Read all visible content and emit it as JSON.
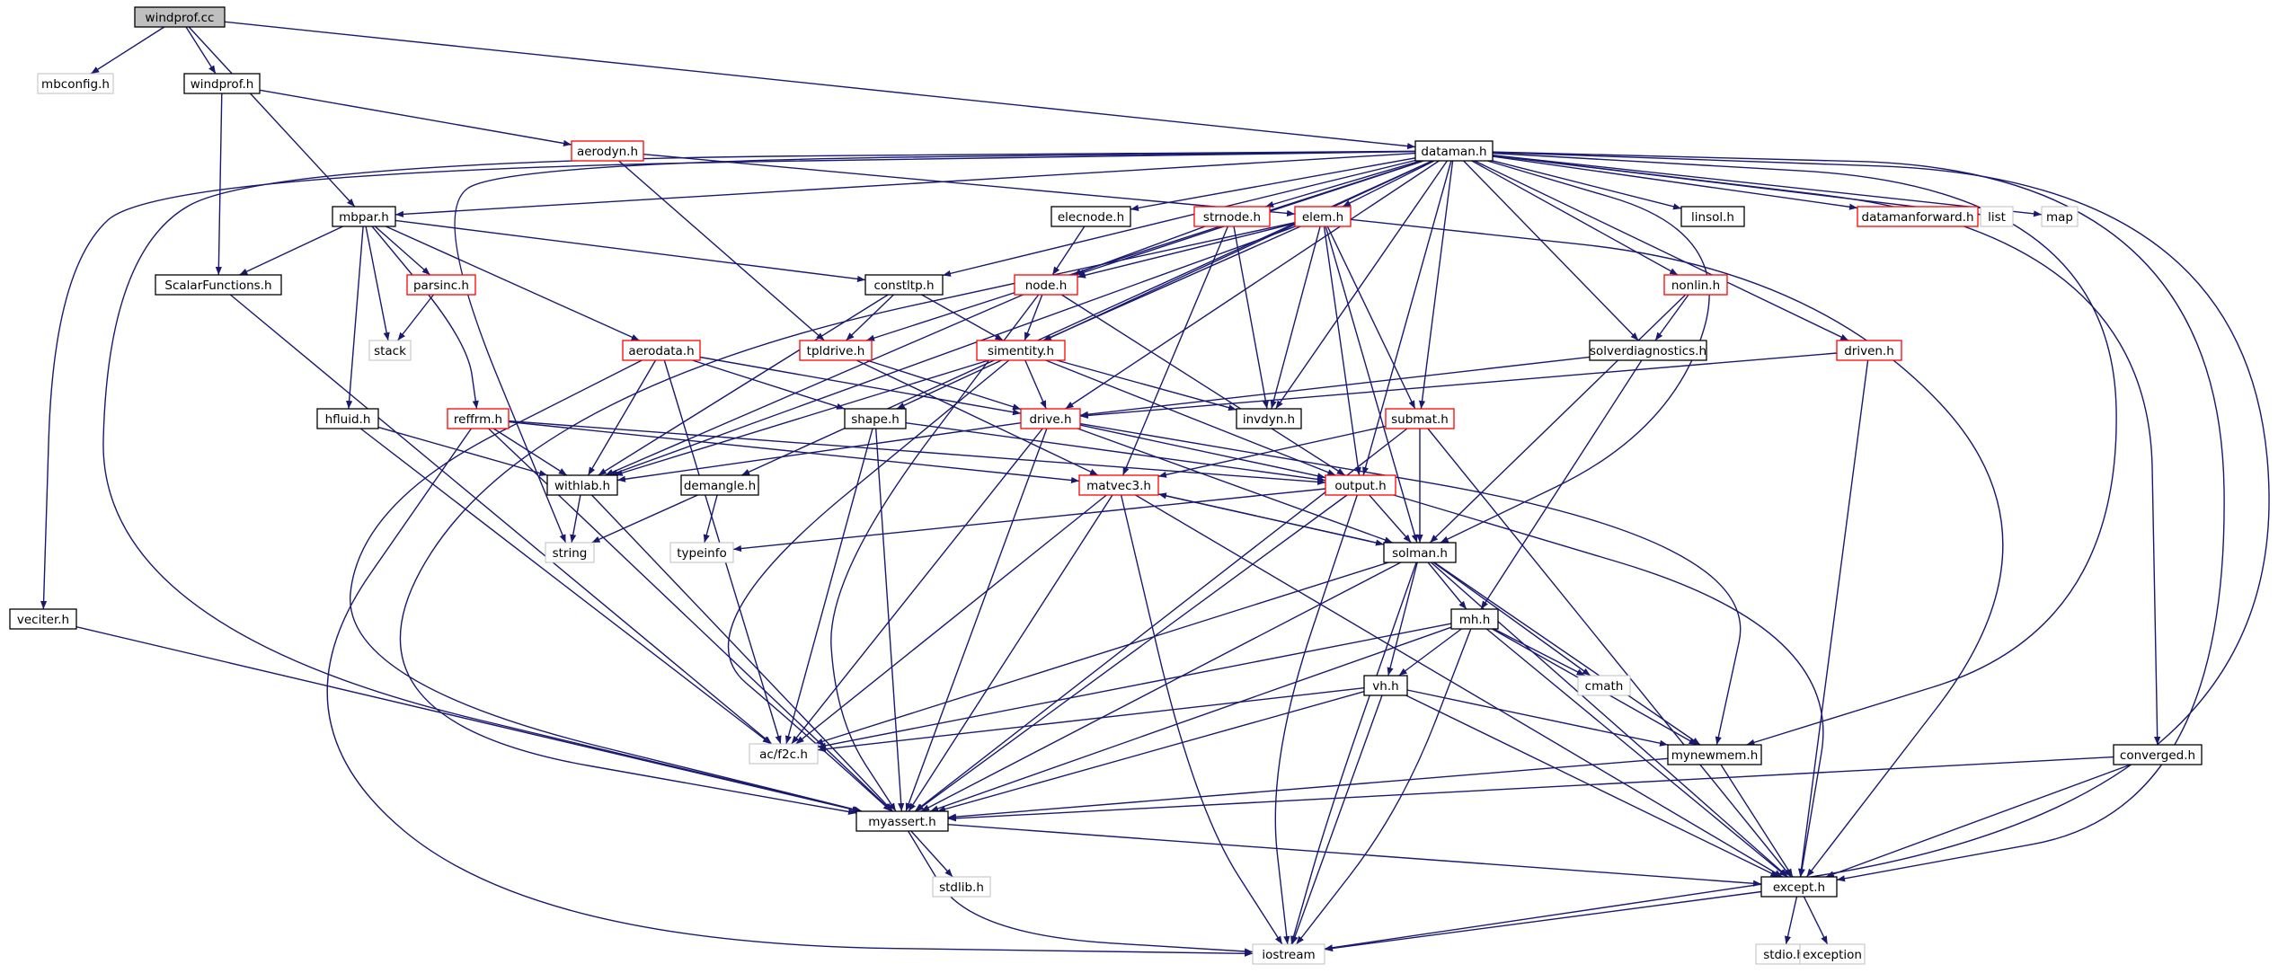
{
  "diagram": {
    "kind": "include-dependency-graph",
    "colors": {
      "edge": "#191970",
      "box_default": "#000000",
      "box_truncated": "#ff0000",
      "box_system": "#bfbfbf",
      "root_fill": "#bfbfbf",
      "text_system": "#666666"
    },
    "nodes": [
      {
        "id": "windprof_cc",
        "label": "windprof.cc",
        "style": "root"
      },
      {
        "id": "mbconfig_h",
        "label": "mbconfig.h",
        "style": "system"
      },
      {
        "id": "windprof_h",
        "label": "windprof.h",
        "style": "normal"
      },
      {
        "id": "aerodyn_h",
        "label": "aerodyn.h",
        "style": "truncated"
      },
      {
        "id": "dataman_h",
        "label": "dataman.h",
        "style": "normal"
      },
      {
        "id": "mbpar_h",
        "label": "mbpar.h",
        "style": "normal"
      },
      {
        "id": "elecnode_h",
        "label": "elecnode.h",
        "style": "normal"
      },
      {
        "id": "strnode_h",
        "label": "strnode.h",
        "style": "truncated"
      },
      {
        "id": "elem_h",
        "label": "elem.h",
        "style": "truncated"
      },
      {
        "id": "linsol_h",
        "label": "linsol.h",
        "style": "normal"
      },
      {
        "id": "datamanforward_h",
        "label": "datamanforward.h",
        "style": "truncated"
      },
      {
        "id": "list",
        "label": "list",
        "style": "system"
      },
      {
        "id": "map",
        "label": "map",
        "style": "system"
      },
      {
        "id": "scalarfunctions_h",
        "label": "ScalarFunctions.h",
        "style": "normal"
      },
      {
        "id": "parsinc_h",
        "label": "parsinc.h",
        "style": "truncated"
      },
      {
        "id": "constltp_h",
        "label": "constltp.h",
        "style": "normal"
      },
      {
        "id": "node_h",
        "label": "node.h",
        "style": "truncated"
      },
      {
        "id": "nonlin_h",
        "label": "nonlin.h",
        "style": "truncated"
      },
      {
        "id": "stack",
        "label": "stack",
        "style": "system"
      },
      {
        "id": "aerodata_h",
        "label": "aerodata.h",
        "style": "truncated"
      },
      {
        "id": "tpldrive_h",
        "label": "tpldrive.h",
        "style": "truncated"
      },
      {
        "id": "simentity_h",
        "label": "simentity.h",
        "style": "truncated"
      },
      {
        "id": "solverdiagnostics_h",
        "label": "solverdiagnostics.h",
        "style": "normal"
      },
      {
        "id": "driven_h",
        "label": "driven.h",
        "style": "truncated"
      },
      {
        "id": "hfluid_h",
        "label": "hfluid.h",
        "style": "normal"
      },
      {
        "id": "reffrm_h",
        "label": "reffrm.h",
        "style": "truncated"
      },
      {
        "id": "shape_h",
        "label": "shape.h",
        "style": "normal"
      },
      {
        "id": "drive_h",
        "label": "drive.h",
        "style": "truncated"
      },
      {
        "id": "invdyn_h",
        "label": "invdyn.h",
        "style": "normal"
      },
      {
        "id": "submat_h",
        "label": "submat.h",
        "style": "truncated"
      },
      {
        "id": "withlab_h",
        "label": "withlab.h",
        "style": "normal"
      },
      {
        "id": "demangle_h",
        "label": "demangle.h",
        "style": "normal"
      },
      {
        "id": "matvec3_h",
        "label": "matvec3.h",
        "style": "truncated"
      },
      {
        "id": "output_h",
        "label": "output.h",
        "style": "truncated"
      },
      {
        "id": "string",
        "label": "string",
        "style": "system"
      },
      {
        "id": "typeinfo",
        "label": "typeinfo",
        "style": "system"
      },
      {
        "id": "solman_h",
        "label": "solman.h",
        "style": "normal"
      },
      {
        "id": "veciter_h",
        "label": "veciter.h",
        "style": "normal"
      },
      {
        "id": "mh_h",
        "label": "mh.h",
        "style": "normal"
      },
      {
        "id": "cmath",
        "label": "cmath",
        "style": "system"
      },
      {
        "id": "vh_h",
        "label": "vh.h",
        "style": "normal"
      },
      {
        "id": "ac_f2c_h",
        "label": "ac/f2c.h",
        "style": "system"
      },
      {
        "id": "mynewmem_h",
        "label": "mynewmem.h",
        "style": "normal"
      },
      {
        "id": "converged_h",
        "label": "converged.h",
        "style": "normal"
      },
      {
        "id": "myassert_h",
        "label": "myassert.h",
        "style": "normal"
      },
      {
        "id": "stdlib_h",
        "label": "stdlib.h",
        "style": "system"
      },
      {
        "id": "except_h",
        "label": "except.h",
        "style": "normal"
      },
      {
        "id": "iostream",
        "label": "iostream",
        "style": "system"
      },
      {
        "id": "stdio_h",
        "label": "stdio.h",
        "style": "system"
      },
      {
        "id": "exception",
        "label": "exception",
        "style": "system"
      }
    ],
    "edges": [
      [
        "windprof_cc",
        "mbconfig_h"
      ],
      [
        "windprof_cc",
        "windprof_h"
      ],
      [
        "windprof_cc",
        "mbpar_h"
      ],
      [
        "windprof_cc",
        "dataman_h"
      ],
      [
        "windprof_h",
        "aerodyn_h"
      ],
      [
        "windprof_h",
        "scalarfunctions_h"
      ],
      [
        "aerodyn_h",
        "elem_h"
      ],
      [
        "aerodyn_h",
        "tpldrive_h"
      ],
      [
        "dataman_h",
        "mbpar_h"
      ],
      [
        "dataman_h",
        "elecnode_h"
      ],
      [
        "dataman_h",
        "strnode_h"
      ],
      [
        "dataman_h",
        "elem_h"
      ],
      [
        "dataman_h",
        "linsol_h"
      ],
      [
        "dataman_h",
        "datamanforward_h"
      ],
      [
        "dataman_h",
        "list"
      ],
      [
        "dataman_h",
        "map"
      ],
      [
        "dataman_h",
        "node_h"
      ],
      [
        "dataman_h",
        "constltp_h"
      ],
      [
        "dataman_h",
        "tpldrive_h"
      ],
      [
        "dataman_h",
        "nonlin_h"
      ],
      [
        "dataman_h",
        "solverdiagnostics_h"
      ],
      [
        "dataman_h",
        "driven_h"
      ],
      [
        "dataman_h",
        "shape_h"
      ],
      [
        "dataman_h",
        "drive_h"
      ],
      [
        "dataman_h",
        "invdyn_h"
      ],
      [
        "dataman_h",
        "submat_h"
      ],
      [
        "dataman_h",
        "demangle_h"
      ],
      [
        "dataman_h",
        "output_h"
      ],
      [
        "dataman_h",
        "string"
      ],
      [
        "dataman_h",
        "solman_h"
      ],
      [
        "dataman_h",
        "veciter_h"
      ],
      [
        "dataman_h",
        "mynewmem_h"
      ],
      [
        "dataman_h",
        "converged_h"
      ],
      [
        "dataman_h",
        "myassert_h"
      ],
      [
        "dataman_h",
        "except_h"
      ],
      [
        "dataman_h",
        "iostream"
      ],
      [
        "mbpar_h",
        "scalarfunctions_h"
      ],
      [
        "mbpar_h",
        "parsinc_h"
      ],
      [
        "mbpar_h",
        "constltp_h"
      ],
      [
        "mbpar_h",
        "stack"
      ],
      [
        "mbpar_h",
        "aerodata_h"
      ],
      [
        "mbpar_h",
        "hfluid_h"
      ],
      [
        "mbpar_h",
        "reffrm_h"
      ],
      [
        "elecnode_h",
        "node_h"
      ],
      [
        "strnode_h",
        "node_h"
      ],
      [
        "strnode_h",
        "matvec3_h"
      ],
      [
        "strnode_h",
        "invdyn_h"
      ],
      [
        "elem_h",
        "node_h"
      ],
      [
        "elem_h",
        "simentity_h"
      ],
      [
        "elem_h",
        "invdyn_h"
      ],
      [
        "elem_h",
        "submat_h"
      ],
      [
        "elem_h",
        "output_h"
      ],
      [
        "elem_h",
        "solman_h"
      ],
      [
        "elem_h",
        "except_h"
      ],
      [
        "elem_h",
        "withlab_h"
      ],
      [
        "elem_h",
        "myassert_h"
      ],
      [
        "scalarfunctions_h",
        "ac_f2c_h"
      ],
      [
        "parsinc_h",
        "stack"
      ],
      [
        "constltp_h",
        "tpldrive_h"
      ],
      [
        "constltp_h",
        "simentity_h"
      ],
      [
        "constltp_h",
        "withlab_h"
      ],
      [
        "node_h",
        "simentity_h"
      ],
      [
        "node_h",
        "output_h"
      ],
      [
        "node_h",
        "withlab_h"
      ],
      [
        "node_h",
        "myassert_h"
      ],
      [
        "nonlin_h",
        "solverdiagnostics_h"
      ],
      [
        "nonlin_h",
        "solman_h"
      ],
      [
        "aerodata_h",
        "shape_h"
      ],
      [
        "aerodata_h",
        "drive_h"
      ],
      [
        "aerodata_h",
        "withlab_h"
      ],
      [
        "aerodata_h",
        "ac_f2c_h"
      ],
      [
        "aerodata_h",
        "myassert_h"
      ],
      [
        "tpldrive_h",
        "drive_h"
      ],
      [
        "tpldrive_h",
        "matvec3_h"
      ],
      [
        "simentity_h",
        "drive_h"
      ],
      [
        "simentity_h",
        "invdyn_h"
      ],
      [
        "simentity_h",
        "output_h"
      ],
      [
        "simentity_h",
        "withlab_h"
      ],
      [
        "simentity_h",
        "myassert_h"
      ],
      [
        "solverdiagnostics_h",
        "drive_h"
      ],
      [
        "solverdiagnostics_h",
        "mh_h"
      ],
      [
        "driven_h",
        "drive_h"
      ],
      [
        "driven_h",
        "except_h"
      ],
      [
        "hfluid_h",
        "withlab_h"
      ],
      [
        "hfluid_h",
        "ac_f2c_h"
      ],
      [
        "reffrm_h",
        "withlab_h"
      ],
      [
        "reffrm_h",
        "matvec3_h"
      ],
      [
        "reffrm_h",
        "output_h"
      ],
      [
        "reffrm_h",
        "myassert_h"
      ],
      [
        "reffrm_h",
        "iostream"
      ],
      [
        "shape_h",
        "output_h"
      ],
      [
        "shape_h",
        "ac_f2c_h"
      ],
      [
        "shape_h",
        "myassert_h"
      ],
      [
        "drive_h",
        "withlab_h"
      ],
      [
        "drive_h",
        "output_h"
      ],
      [
        "drive_h",
        "solman_h"
      ],
      [
        "drive_h",
        "mynewmem_h"
      ],
      [
        "drive_h",
        "ac_f2c_h"
      ],
      [
        "drive_h",
        "myassert_h"
      ],
      [
        "submat_h",
        "matvec3_h"
      ],
      [
        "submat_h",
        "solman_h"
      ],
      [
        "submat_h",
        "myassert_h"
      ],
      [
        "submat_h",
        "except_h"
      ],
      [
        "withlab_h",
        "string"
      ],
      [
        "withlab_h",
        "myassert_h"
      ],
      [
        "demangle_h",
        "string"
      ],
      [
        "demangle_h",
        "typeinfo"
      ],
      [
        "matvec3_h",
        "solman_h"
      ],
      [
        "matvec3_h",
        "ac_f2c_h"
      ],
      [
        "matvec3_h",
        "myassert_h"
      ],
      [
        "matvec3_h",
        "except_h"
      ],
      [
        "matvec3_h",
        "iostream"
      ],
      [
        "output_h",
        "typeinfo"
      ],
      [
        "output_h",
        "solman_h"
      ],
      [
        "output_h",
        "myassert_h"
      ],
      [
        "output_h",
        "except_h"
      ],
      [
        "output_h",
        "iostream"
      ],
      [
        "solman_h",
        "matvec3_h"
      ],
      [
        "solman_h",
        "mh_h"
      ],
      [
        "solman_h",
        "vh_h"
      ],
      [
        "solman_h",
        "cmath"
      ],
      [
        "solman_h",
        "mynewmem_h"
      ],
      [
        "solman_h",
        "ac_f2c_h"
      ],
      [
        "solman_h",
        "myassert_h"
      ],
      [
        "solman_h",
        "except_h"
      ],
      [
        "solman_h",
        "iostream"
      ],
      [
        "veciter_h",
        "myassert_h"
      ],
      [
        "mh_h",
        "vh_h"
      ],
      [
        "mh_h",
        "cmath"
      ],
      [
        "mh_h",
        "mynewmem_h"
      ],
      [
        "mh_h",
        "ac_f2c_h"
      ],
      [
        "mh_h",
        "myassert_h"
      ],
      [
        "mh_h",
        "except_h"
      ],
      [
        "mh_h",
        "iostream"
      ],
      [
        "vh_h",
        "mynewmem_h"
      ],
      [
        "vh_h",
        "ac_f2c_h"
      ],
      [
        "vh_h",
        "myassert_h"
      ],
      [
        "vh_h",
        "except_h"
      ],
      [
        "vh_h",
        "iostream"
      ],
      [
        "mynewmem_h",
        "myassert_h"
      ],
      [
        "mynewmem_h",
        "except_h"
      ],
      [
        "converged_h",
        "myassert_h"
      ],
      [
        "converged_h",
        "except_h"
      ],
      [
        "myassert_h",
        "stdlib_h"
      ],
      [
        "myassert_h",
        "except_h"
      ],
      [
        "myassert_h",
        "iostream"
      ],
      [
        "except_h",
        "stdio_h"
      ],
      [
        "except_h",
        "exception"
      ],
      [
        "except_h",
        "iostream"
      ]
    ]
  }
}
